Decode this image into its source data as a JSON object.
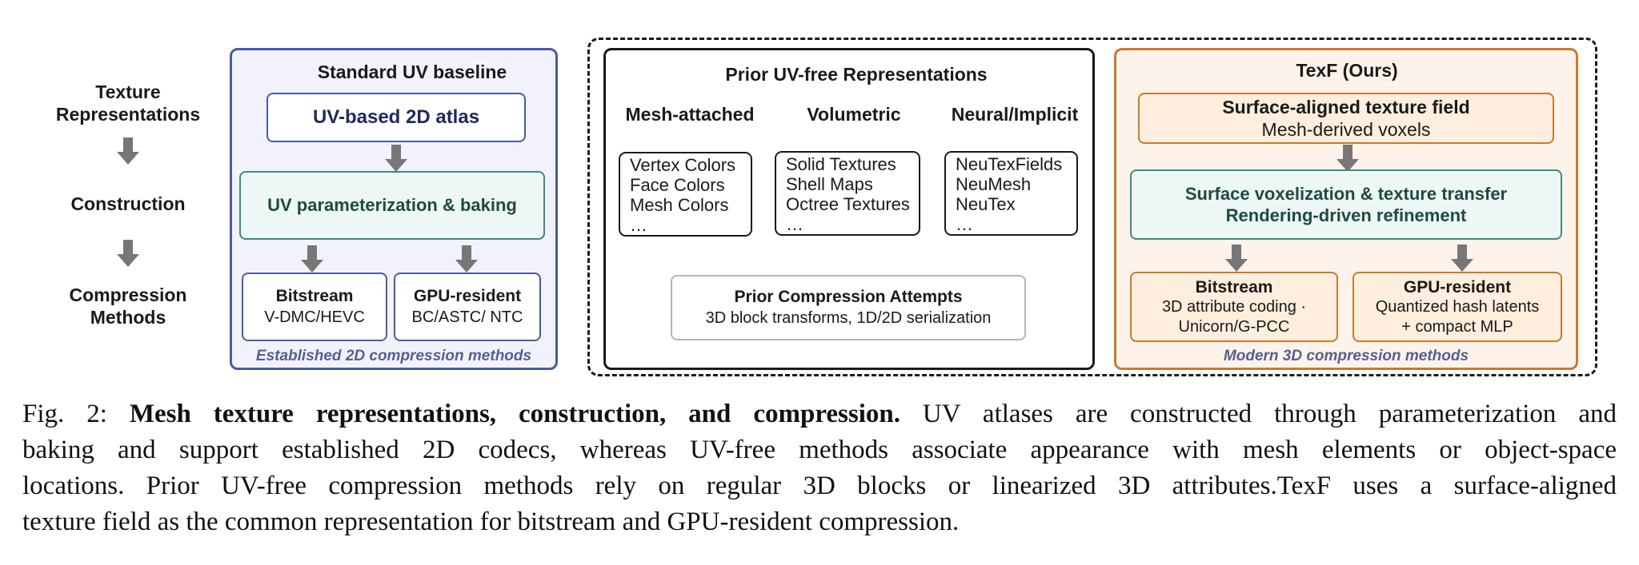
{
  "left_labels": {
    "texture": [
      "Texture",
      "Representations"
    ],
    "construction": "Construction",
    "compression": [
      "Compression",
      "Methods"
    ]
  },
  "uv_baseline": {
    "title": "Standard UV baseline",
    "atlas": "UV-based 2D atlas",
    "param": "UV parameterization & baking",
    "bitstream_title": "Bitstream",
    "bitstream_sub": "V-DMC/HEVC",
    "gpu_title": "GPU-resident",
    "gpu_sub": "BC/ASTC/ NTC",
    "footer": "Established 2D compression methods"
  },
  "prior": {
    "title": "Prior UV-free Representations",
    "columns": [
      {
        "header": "Mesh-attached",
        "items": [
          "Vertex Colors",
          "Face Colors",
          "Mesh Colors",
          "…"
        ]
      },
      {
        "header": "Volumetric",
        "items": [
          "Solid Textures",
          "Shell Maps",
          "Octree Textures",
          "…"
        ]
      },
      {
        "header": "Neural/Implicit",
        "items": [
          "NeuTexFields",
          "NeuMesh",
          "NeuTex",
          "…"
        ]
      }
    ],
    "compression_title": "Prior Compression Attempts",
    "compression_sub": "3D block transforms, 1D/2D serialization"
  },
  "texf": {
    "title": "TexF (Ours)",
    "field_title": "Surface-aligned texture field",
    "field_sub": "Mesh-derived voxels",
    "voxel_line1": "Surface voxelization & texture transfer",
    "voxel_line2": "Rendering-driven refinement",
    "bitstream_title": "Bitstream",
    "bitstream_sub1": "3D attribute coding ·",
    "bitstream_sub2": "Unicorn/G-PCC",
    "gpu_title": "GPU-resident",
    "gpu_sub1": "Quantized hash latents",
    "gpu_sub2": "+ compact MLP",
    "footer": "Modern 3D compression methods"
  },
  "caption": {
    "prefix": "Fig. 2: ",
    "bold": "Mesh texture representations, construction, and compression.",
    "line1_rest": " UV atlases are constructed through parameterization and",
    "line2": "baking and support established 2D codecs, whereas UV-free methods associate appearance with mesh elements or object-space",
    "line3": "locations. Prior UV-free compression methods rely on regular 3D blocks or linearized 3D attributes.TexF uses a surface-aligned",
    "line4": "texture field as the common representation for bitstream and GPU-resident compression."
  },
  "colors": {
    "blue_border": "#4a5aa8",
    "blue_fill": "#f2f2fc",
    "teal_border": "#3f8a7c",
    "teal_fill": "#edf7f5",
    "orange_border": "#c97a2e",
    "orange_fill": "#fdf3ea",
    "arrow": "#777777",
    "footer_text": "#556090"
  }
}
